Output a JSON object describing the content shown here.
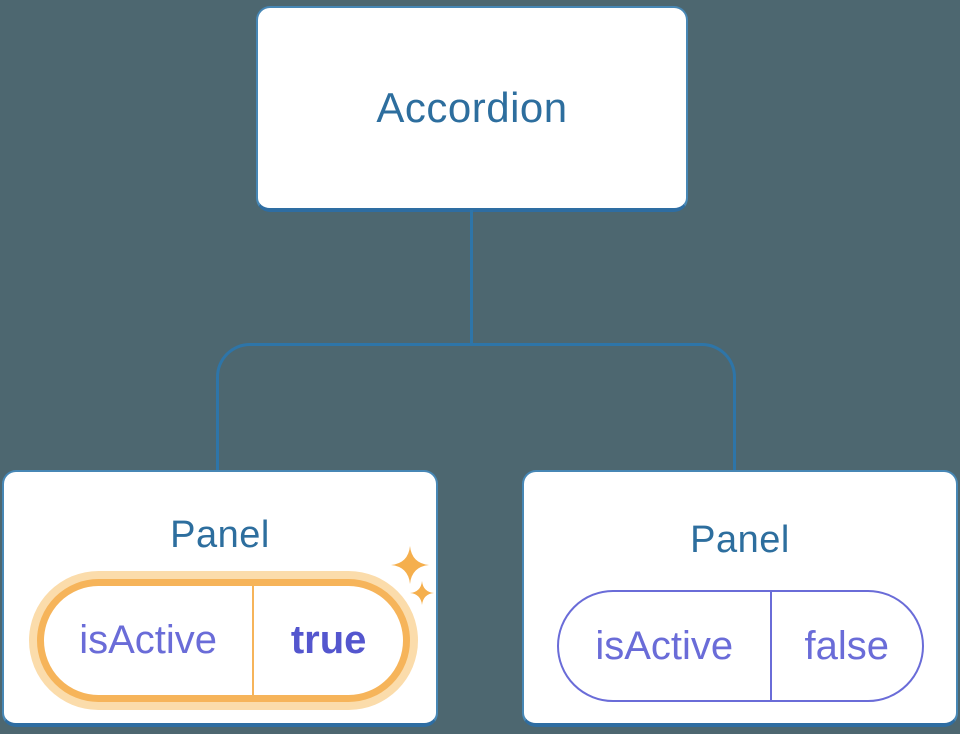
{
  "diagram": {
    "root": {
      "label": "Accordion"
    },
    "panels": [
      {
        "label": "Panel",
        "prop": "isActive",
        "value": "true",
        "state": "active"
      },
      {
        "label": "Panel",
        "prop": "isActive",
        "value": "false",
        "state": "inactive"
      }
    ]
  },
  "icons": {
    "highlight_large": "sparkle-icon-large",
    "highlight_small": "sparkle-icon-small"
  },
  "colors": {
    "background": "#4D6770",
    "node_fill": "#FFFFFF",
    "node_border": "#4787B5",
    "node_border_bottom": "#2E6DA2",
    "connector": "#2E75A8",
    "heading_text": "#2D6E9E",
    "prop_text": "#6A6CD8",
    "prop_value_active": "#5456CE",
    "highlight_ring": "#F6B45A",
    "highlight_halo": "#FBDCAB",
    "sparkle": "#F5AF4D"
  }
}
